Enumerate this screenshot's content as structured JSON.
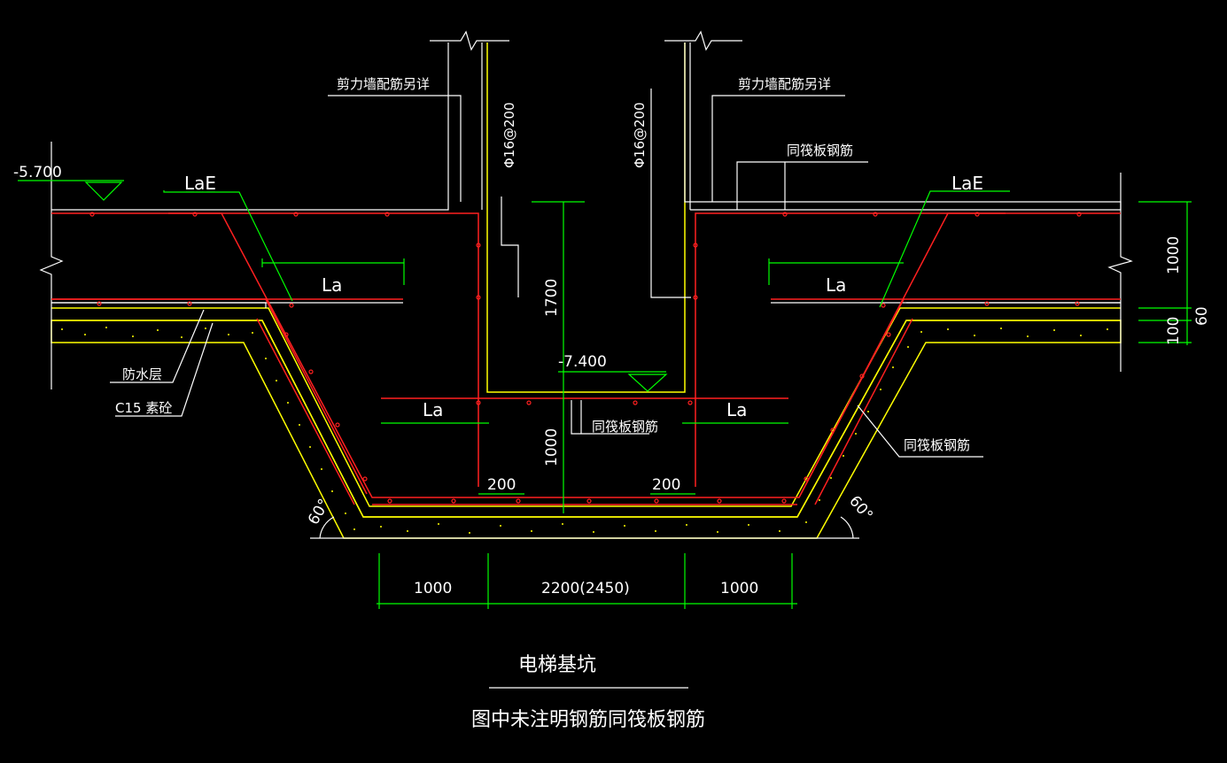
{
  "colors": {
    "background": "#000000",
    "rebar": "#ff2020",
    "concrete": "#ffff00",
    "dimension": "#00ff00",
    "text": "#ffffff"
  },
  "labels": {
    "wall_note_left": "剪力墙配筋另详",
    "wall_note_right": "剪力墙配筋另详",
    "raft_rebar_top_right": "同筏板钢筋",
    "raft_rebar_center": "同筏板钢筋",
    "raft_rebar_slope": "同筏板钢筋",
    "waterproof_layer": "防水层",
    "plain_concrete": "C15 素砼",
    "rebar_spec_left": "Φ16@200",
    "rebar_spec_right": "Φ16@200",
    "lae_left": "LaE",
    "lae_right": "LaE",
    "la_left_upper": "La",
    "la_right_upper": "La",
    "la_left_lower": "La",
    "la_right_lower": "La",
    "angle_left": "60°",
    "angle_right": "60°"
  },
  "elevations": {
    "top": "-5.700",
    "pit_bottom": "-7.400"
  },
  "dimensions": {
    "depth_1700": "1700",
    "depth_1000_center": "1000",
    "wall_200_left": "200",
    "wall_200_right": "200",
    "right_1000": "1000",
    "right_60": "60",
    "right_100": "100",
    "bottom": [
      "1000",
      "2200(2450)",
      "1000"
    ]
  },
  "title": {
    "main": "电梯基坑",
    "note": "图中未注明钢筋同筏板钢筋"
  }
}
